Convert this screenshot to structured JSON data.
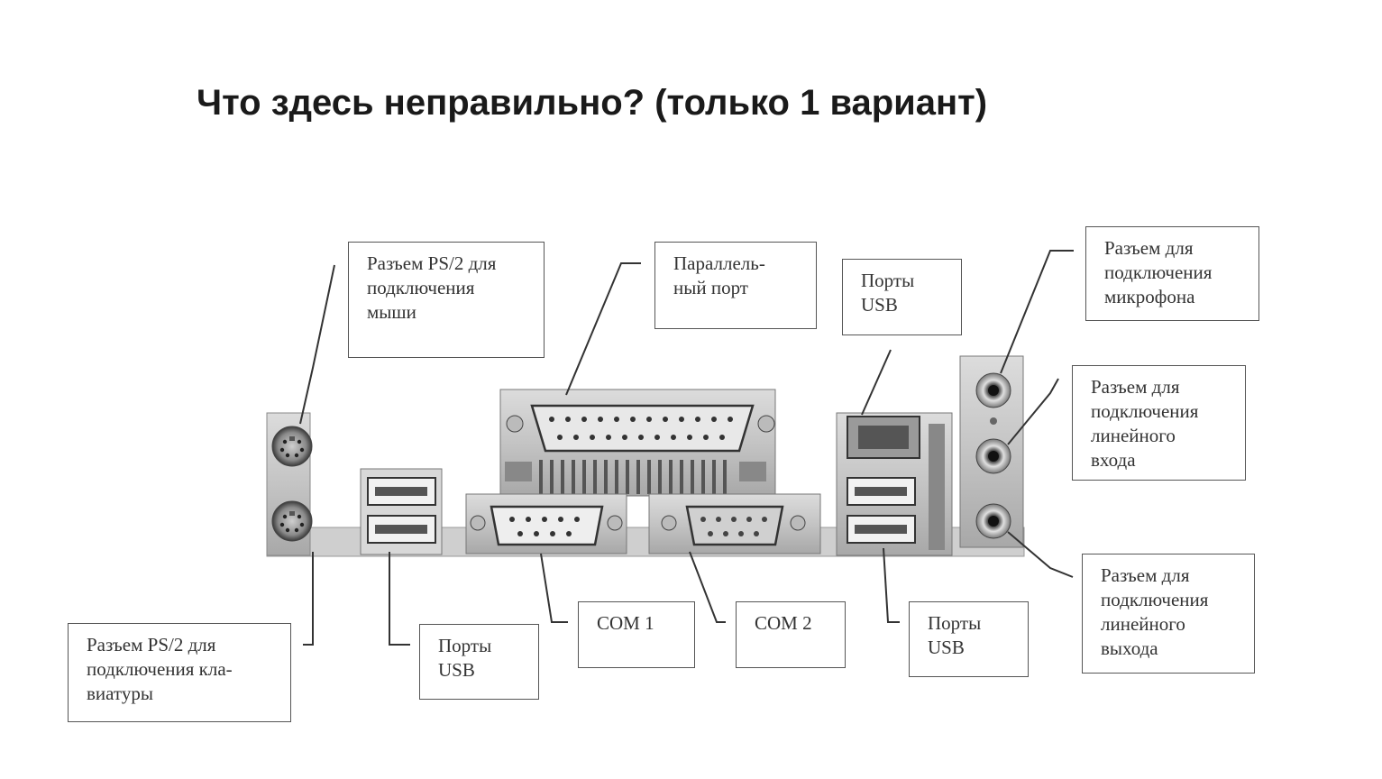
{
  "slide": {
    "title": "Что здесь неправильно? (только 1 вариант)"
  },
  "labels": {
    "ps2_mouse": [
      "Разъем PS/2 для",
      "подключения",
      "мыши"
    ],
    "ps2_keyboard": [
      "Разъем PS/2 для",
      "подключения кла-",
      "виатуры"
    ],
    "parallel": [
      "Параллель-",
      "ный порт"
    ],
    "usb_top": [
      "Порты",
      "USB"
    ],
    "usb_left": [
      "Порты",
      "USB"
    ],
    "com1": [
      "COM 1"
    ],
    "com2": [
      "COM 2"
    ],
    "usb_right": [
      "Порты",
      "USB"
    ],
    "mic": [
      "Разъем для",
      "подключения",
      "микрофона"
    ],
    "line_in": [
      "Разъем для",
      "подключения",
      "линейного",
      "входа"
    ],
    "line_out": [
      "Разъем для",
      "подключения",
      "линейного",
      "выхода"
    ]
  }
}
